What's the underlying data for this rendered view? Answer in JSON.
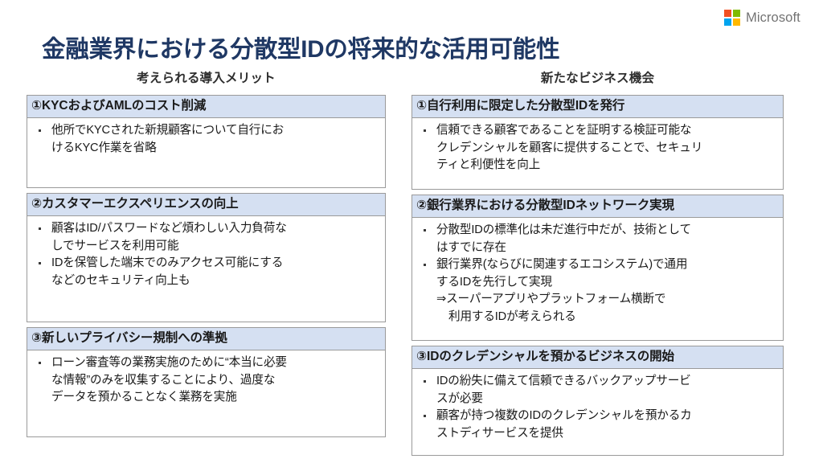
{
  "brand": {
    "name": "Microsoft",
    "colors": {
      "red": "#f25022",
      "green": "#7fba00",
      "blue": "#00a4ef",
      "yellow": "#ffb900",
      "wordmark": "#737373"
    }
  },
  "title": "金融業界における分散型IDの将来的な活用可能性",
  "title_color": "#1f3864",
  "card_header_color": "#d5e0f2",
  "columns": [
    {
      "heading": "考えられる導入メリット",
      "cards": [
        {
          "header": "①KYCおよびAMLのコスト削減",
          "bullets": [
            {
              "lines": [
                "他所でKYCされた新規顧客について自行にお",
                "けるKYC作業を省略"
              ]
            }
          ]
        },
        {
          "header": "②カスタマーエクスペリエンスの向上",
          "bullets": [
            {
              "lines": [
                "顧客はID/パスワードなど煩わしい入力負荷な",
                "しでサービスを利用可能"
              ]
            },
            {
              "lines": [
                "IDを保管した端末でのみアクセス可能にする",
                "などのセキュリティ向上も"
              ]
            }
          ]
        },
        {
          "header": "③新しいプライバシー規制への準拠",
          "bullets": [
            {
              "lines": [
                "ローン審査等の業務実施のために“本当に必要",
                "な情報”のみを収集することにより、過度な",
                "データを預かることなく業務を実施"
              ]
            }
          ]
        }
      ]
    },
    {
      "heading": "新たなビジネス機会",
      "cards": [
        {
          "header": "①自行利用に限定した分散型IDを発行",
          "bullets": [
            {
              "lines": [
                "信頼できる顧客であることを証明する検証可能な",
                "クレデンシャルを顧客に提供することで、セキュリ",
                "ティと利便性を向上"
              ]
            }
          ]
        },
        {
          "header": "②銀行業界における分散型IDネットワーク実現",
          "bullets": [
            {
              "lines": [
                "分散型IDの標準化は未だ進行中だが、技術として",
                "はすでに存在"
              ]
            },
            {
              "lines": [
                "銀行業界(ならびに関連するエコシステム)で通用",
                "するIDを先行して実現"
              ],
              "arrow": "⇒スーパーアプリやプラットフォーム横断で",
              "arrow_sub": "利用するIDが考えられる"
            }
          ]
        },
        {
          "header": "③IDのクレデンシャルを預かるビジネスの開始",
          "bullets": [
            {
              "lines": [
                "IDの紛失に備えて信頼できるバックアップサービ",
                "スが必要"
              ]
            },
            {
              "lines": [
                "顧客が持つ複数のIDのクレデンシャルを預かるカ",
                "ストディサービスを提供"
              ]
            }
          ]
        }
      ]
    }
  ]
}
